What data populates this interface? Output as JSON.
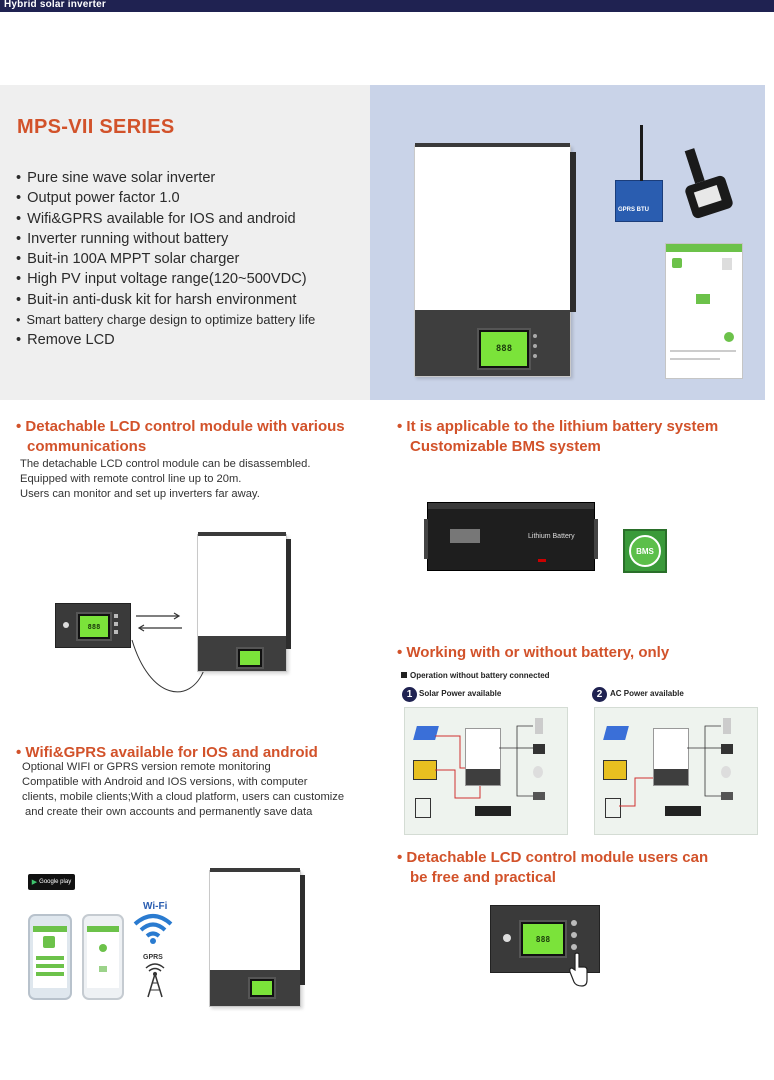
{
  "header": {
    "title": "Hybrid solar inverter"
  },
  "hero": {
    "series_title": "MPS-VII SERIES",
    "features": [
      "Pure sine wave solar inverter",
      "Output power factor 1.0",
      "Wifi&GPRS available for IOS and android",
      "Inverter running without battery",
      "Buit-in 100A MPPT solar charger",
      "High PV input voltage range(120~500VDC)",
      "Buit-in anti-dusk kit for harsh environment",
      "Smart battery charge design to optimize battery life",
      "Remove LCD"
    ],
    "wifi_device_label": "GPRS BTU"
  },
  "sections": {
    "lcd_module": {
      "title_line1": "Detachable LCD control module with various",
      "title_line2": "communications",
      "body": [
        "The detachable LCD control module can be disassembled.",
        "Equipped with remote control line up to 20m.",
        "Users can monitor and set up inverters far away."
      ]
    },
    "lithium": {
      "title_line1": "It is applicable to the lithium battery system",
      "title_line2": "Customizable BMS system",
      "battery_label": "Lithium Battery",
      "bms_label": "BMS"
    },
    "battery_mode": {
      "title": "Working with or without battery, only",
      "note": "Operation without battery connected",
      "options": [
        {
          "num": "1",
          "label": "Solar Power available"
        },
        {
          "num": "2",
          "label": "AC Power available"
        }
      ]
    },
    "wifi": {
      "title": "Wifi&GPRS available for IOS and android",
      "body": [
        "Optional WIFI or GPRS version remote monitoring",
        "Compatible with Android and IOS versions, with computer",
        "clients, mobile clients;With a cloud platform, users can customize",
        "and create their own accounts and permanently save data"
      ],
      "store_badge": "Google play",
      "wifi_label": "Wi-Fi",
      "gprs_label": "GPRS"
    },
    "lcd_free": {
      "title_line1": "Detachable LCD control module users can",
      "title_line2": "be free and practical"
    }
  },
  "lcd_readout": "888"
}
